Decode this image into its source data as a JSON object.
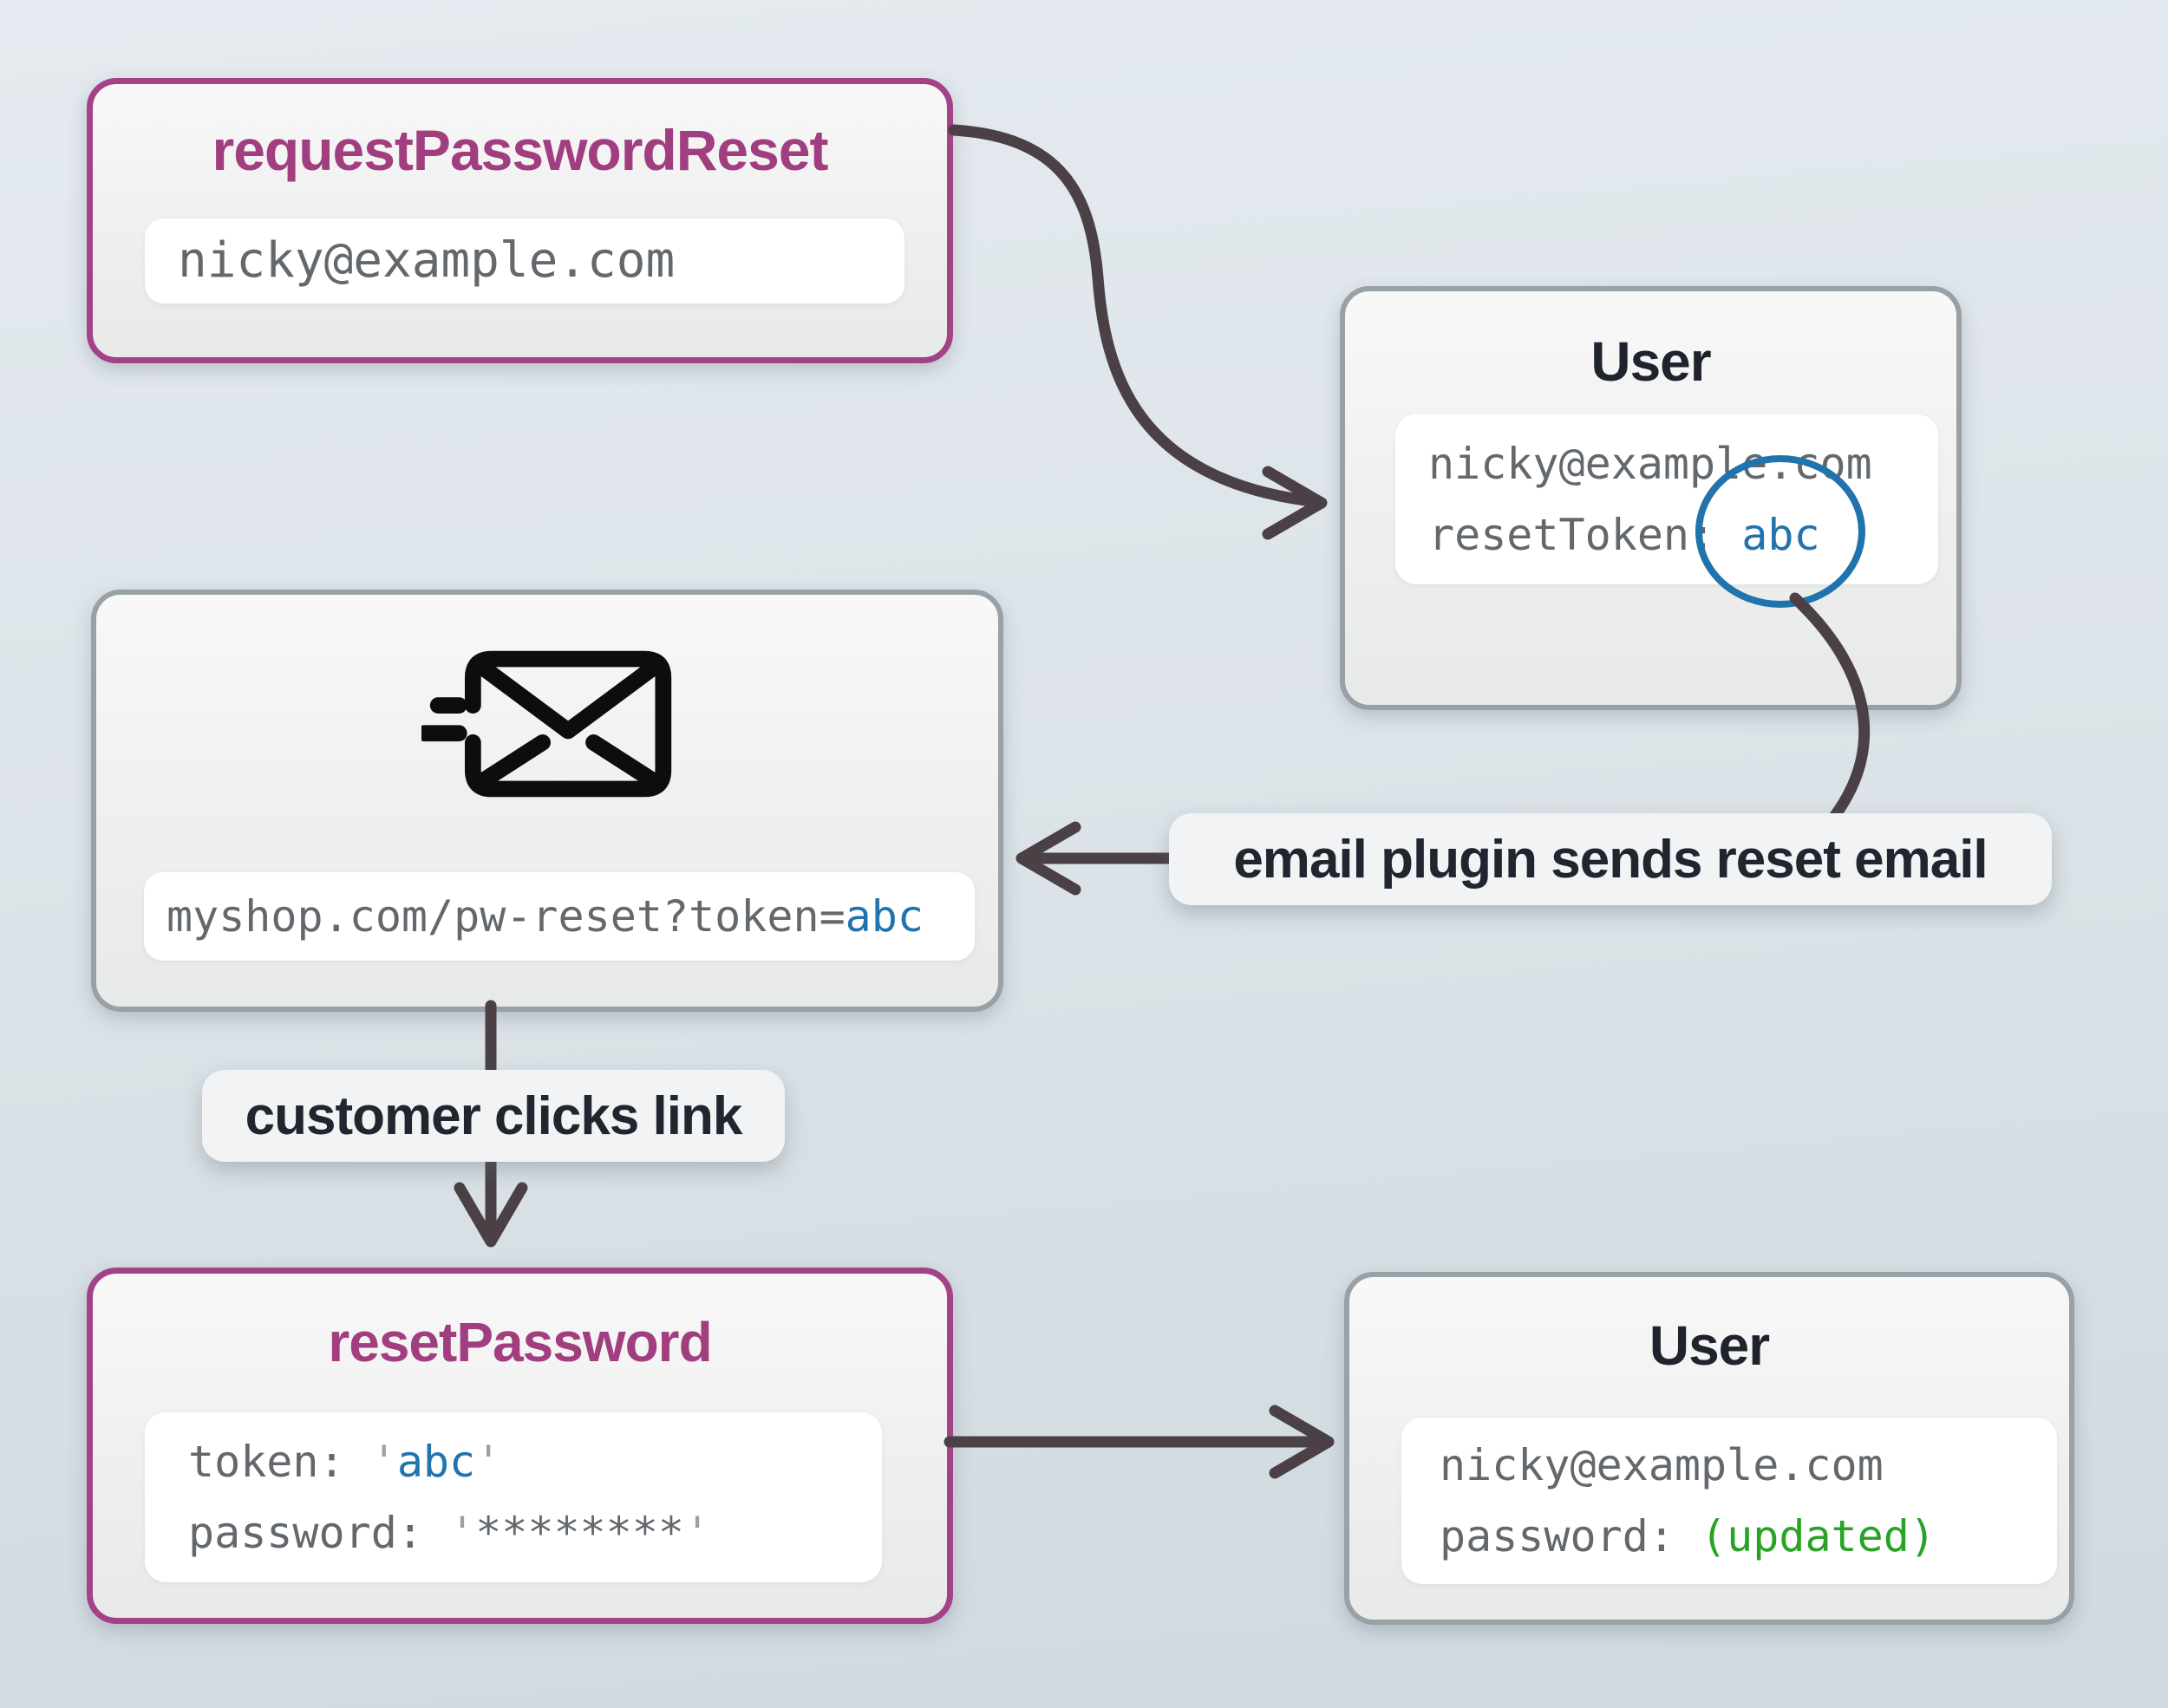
{
  "nodes": {
    "request": {
      "title": "requestPasswordReset",
      "email": "nicky@example.com"
    },
    "user_top": {
      "title": "User",
      "email": "nicky@example.com",
      "token_key": "resetToken: ",
      "token_value": "abc"
    },
    "email": {
      "url_prefix": "myshop.com/pw-reset?token=",
      "token": "abc"
    },
    "reset": {
      "title": "resetPassword",
      "token_key": "token: ",
      "quote": "'",
      "token_value": "abc",
      "password_key": "password: ",
      "password_value": "********"
    },
    "user_bottom": {
      "title": "User",
      "email": "nicky@example.com",
      "password_key": "password: ",
      "password_value": "(updated)"
    }
  },
  "labels": {
    "email_plugin": "email plugin sends reset email",
    "customer_clicks": "customer clicks link"
  },
  "icons": {
    "mail": "mail-send-icon",
    "token_highlight": "token-highlight-circle"
  },
  "colors": {
    "purple": "#a34286",
    "purple_text": "#a13e7f",
    "blue": "#2173ae",
    "green": "#28a325",
    "gray_text": "#63686d",
    "arrow": "#4a4045",
    "gray_border": "#97a1a6"
  }
}
